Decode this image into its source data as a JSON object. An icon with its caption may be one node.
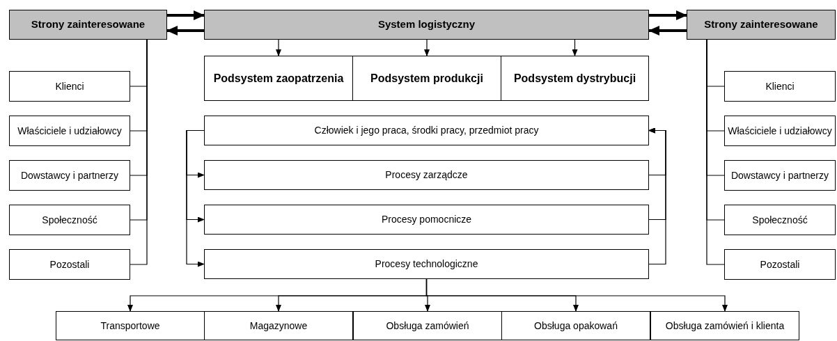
{
  "diagram": {
    "nodes": [
      {
        "text": [
          "Strony zainteresowane"
        ]
      },
      {
        "text": [
          "System logistyczny"
        ]
      },
      {
        "text": [
          "Strony zainteresowane"
        ]
      },
      {
        "text": [
          "Podsystem zaopatrzenia"
        ]
      },
      {
        "text": [
          "Podsystem produkcji"
        ]
      },
      {
        "text": [
          "Podsystem dystrybucji"
        ]
      },
      {
        "text": [
          "Klienci"
        ]
      },
      {
        "text": [
          "Właściciele i udziałowcy"
        ]
      },
      {
        "text": [
          "Dowstawcy i partnerzy"
        ]
      },
      {
        "text": [
          "Społeczność"
        ]
      },
      {
        "text": [
          "Pozostali"
        ]
      },
      {
        "text": [
          "Człowiek i jego praca, środki pracy, przedmiot pracy"
        ]
      },
      {
        "text": [
          "Procesy zarządcze"
        ]
      },
      {
        "text": [
          "Procesy pomocnicze"
        ]
      },
      {
        "text": [
          "Procesy technologiczne"
        ]
      },
      {
        "text": [
          "Klienci"
        ]
      },
      {
        "text": [
          "Właściciele i udziałowcy"
        ]
      },
      {
        "text": [
          "Dowstawcy i partnerzy"
        ]
      },
      {
        "text": [
          "Społeczność"
        ]
      },
      {
        "text": [
          "Pozostali"
        ]
      },
      {
        "text": [
          "Transportowe"
        ]
      },
      {
        "text": [
          "Magazynowe"
        ]
      },
      {
        "text": [
          "Obsługa zamówień"
        ]
      },
      {
        "text": [
          "Obsługa opakowań"
        ]
      },
      {
        "text": [
          "Obsługa zamówień i klienta"
        ]
      }
    ],
    "edges": [
      {
        "from": 0,
        "to": 1,
        "arrow": "to",
        "style": "thick"
      },
      {
        "from": 1,
        "to": 0,
        "arrow": "to",
        "style": "thick"
      },
      {
        "from": 1,
        "to": 2,
        "arrow": "to",
        "style": "thick"
      },
      {
        "from": 2,
        "to": 1,
        "arrow": "to",
        "style": "thick"
      },
      {
        "from": 1,
        "to": 3,
        "arrow": "to"
      },
      {
        "from": 1,
        "to": 4,
        "arrow": "to"
      },
      {
        "from": 1,
        "to": 5,
        "arrow": "to"
      },
      {
        "from": 0,
        "to": 6,
        "arrow": "none"
      },
      {
        "from": 0,
        "to": 7,
        "arrow": "none"
      },
      {
        "from": 0,
        "to": 8,
        "arrow": "none"
      },
      {
        "from": 0,
        "to": 9,
        "arrow": "none"
      },
      {
        "from": 0,
        "to": 10,
        "arrow": "none"
      },
      {
        "from": 2,
        "to": 15,
        "arrow": "none"
      },
      {
        "from": 2,
        "to": 16,
        "arrow": "none"
      },
      {
        "from": 2,
        "to": 17,
        "arrow": "none"
      },
      {
        "from": 2,
        "to": 18,
        "arrow": "none"
      },
      {
        "from": 2,
        "to": 19,
        "arrow": "none"
      },
      {
        "from": 11,
        "to": 12,
        "arrow": "to"
      },
      {
        "from": 11,
        "to": 13,
        "arrow": "to"
      },
      {
        "from": 11,
        "to": 14,
        "arrow": "to"
      },
      {
        "from": 12,
        "to": 11,
        "arrow": "to"
      },
      {
        "from": 13,
        "to": 11,
        "arrow": "to"
      },
      {
        "from": 14,
        "to": 11,
        "arrow": "to"
      },
      {
        "from": 14,
        "to": 20,
        "arrow": "to"
      },
      {
        "from": 14,
        "to": 21,
        "arrow": "to"
      },
      {
        "from": 14,
        "to": 22,
        "arrow": "to"
      },
      {
        "from": 14,
        "to": 23,
        "arrow": "to"
      },
      {
        "from": 14,
        "to": 24,
        "arrow": "to"
      }
    ]
  }
}
